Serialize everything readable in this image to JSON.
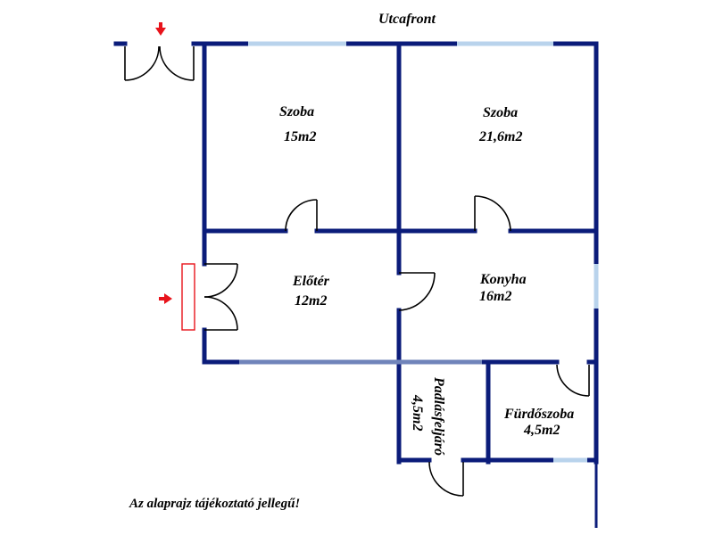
{
  "street": "Utcafront",
  "rooms": [
    {
      "name": "Szoba",
      "area": "15m2"
    },
    {
      "name": "Szoba",
      "area": "21,6m2"
    },
    {
      "name": "Előtér",
      "area": "12m2"
    },
    {
      "name": "Konyha",
      "area": "16m2"
    },
    {
      "name": "Padlásfeljáró",
      "area": "4,5m2"
    },
    {
      "name": "Fürdőszoba",
      "area": "4,5m2"
    }
  ],
  "disclaimer": "Az alaprajz tájékoztató jellegű!",
  "colors": {
    "wall": "#0b1c7a",
    "window": "#b9d3ec",
    "entrance_arrow": "#e8131b"
  },
  "icons": [
    "entrance-arrow-icon",
    "door-swing-icon"
  ]
}
